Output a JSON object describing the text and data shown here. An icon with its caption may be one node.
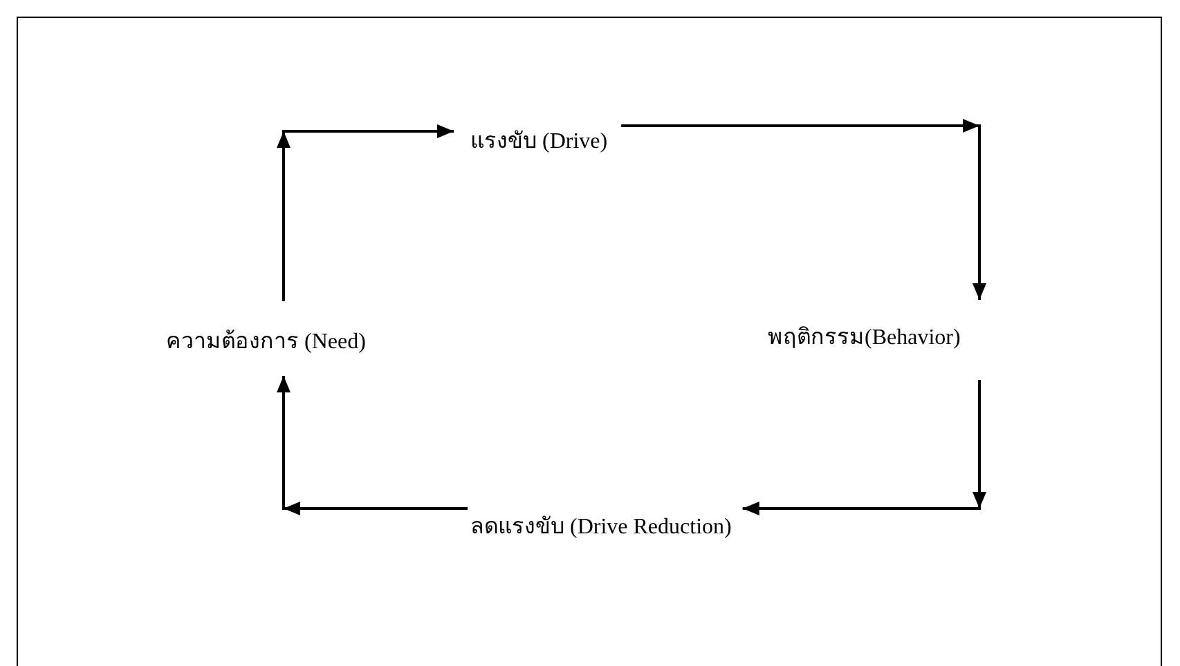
{
  "diagram": {
    "nodes": [
      {
        "text": [
          "ความต้องการ (Need)"
        ]
      },
      {
        "text": [
          "แรงขับ (Drive)"
        ]
      },
      {
        "text": [
          "พฤติกรรม(Behavior)"
        ]
      },
      {
        "text": [
          "ลดแรงขับ (Drive Reduction)"
        ]
      }
    ],
    "edges": [
      {
        "from": 0,
        "to": 1,
        "arrow": "to"
      },
      {
        "from": 1,
        "to": 2,
        "arrow": "to"
      },
      {
        "from": 2,
        "to": 3,
        "arrow": "to"
      },
      {
        "from": 3,
        "to": 0,
        "arrow": "to"
      }
    ]
  }
}
